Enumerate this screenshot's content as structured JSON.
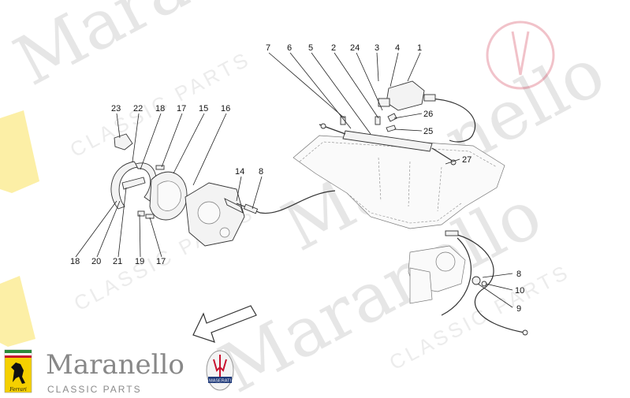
{
  "watermark": {
    "brand": "Maranello",
    "sub": "CLASSIC PARTS"
  },
  "brand": {
    "name": "Maranello",
    "sub": "CLASSIC PARTS",
    "badge_left": "Ferrari",
    "badge_right": "MASERATI"
  },
  "callouts": [
    {
      "label": "7"
    },
    {
      "label": "6"
    },
    {
      "label": "5"
    },
    {
      "label": "2"
    },
    {
      "label": "24"
    },
    {
      "label": "3"
    },
    {
      "label": "4"
    },
    {
      "label": "1"
    },
    {
      "label": "23"
    },
    {
      "label": "22"
    },
    {
      "label": "18"
    },
    {
      "label": "17"
    },
    {
      "label": "15"
    },
    {
      "label": "16"
    },
    {
      "label": "26"
    },
    {
      "label": "25"
    },
    {
      "label": "27"
    },
    {
      "label": "14"
    },
    {
      "label": "8"
    },
    {
      "label": "18"
    },
    {
      "label": "20"
    },
    {
      "label": "21"
    },
    {
      "label": "19"
    },
    {
      "label": "17"
    },
    {
      "label": "8"
    },
    {
      "label": "10"
    },
    {
      "label": "9"
    }
  ],
  "colors": {
    "ferrari_yellow": "#f5d000",
    "ferrari_red": "#c8102e",
    "maserati_blue": "#1f3a7a"
  }
}
